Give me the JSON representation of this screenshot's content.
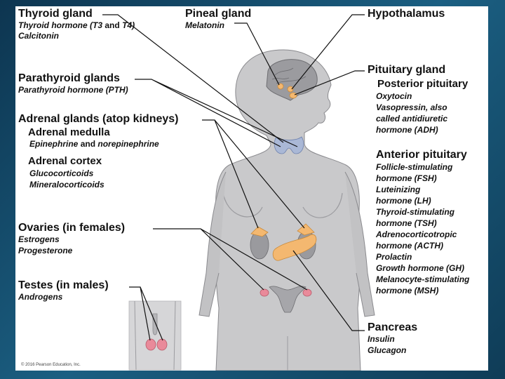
{
  "colors": {
    "background": "#1b5f82",
    "body": "#c9c9cb",
    "gland": "#f4b870",
    "thyroid": "#aab8d6",
    "kidney": "#9a9a9e",
    "ovary": "#e98a9a"
  },
  "labels": {
    "thyroid": {
      "title": "Thyroid gland",
      "hormone_line": "Thyroid hormone",
      "t3": "T3",
      "and": "and",
      "t4": "T4",
      "line2": "Calcitonin"
    },
    "pineal": {
      "title": "Pineal gland",
      "line1": "Melatonin"
    },
    "hypothalamus": {
      "title": "Hypothalamus"
    },
    "parathyroid": {
      "title": "Parathyroid glands",
      "line1": "Parathyroid hormone (PTH)"
    },
    "pituitary": {
      "title": "Pituitary gland"
    },
    "posterior": {
      "title": "Posterior pituitary",
      "lines": [
        "Oxytocin",
        "Vasopressin, also",
        "called antidiuretic",
        "hormone (ADH)"
      ]
    },
    "adrenal": {
      "title": "Adrenal glands (atop kidneys)"
    },
    "medulla": {
      "title": "Adrenal medulla",
      "line1a": "Epinephrine",
      "line1b": "and",
      "line1c": "norepinephrine"
    },
    "cortex": {
      "title": "Adrenal cortex",
      "lines": [
        "Glucocorticoids",
        "Mineralocorticoids"
      ]
    },
    "anterior": {
      "title": "Anterior pituitary",
      "lines": [
        "Follicle-stimulating",
        "hormone (FSH)",
        "Luteinizing",
        "hormone (LH)",
        "Thyroid-stimulating",
        "hormone (TSH)",
        "Adrenocorticotropic",
        "hormone (ACTH)",
        "Prolactin",
        "Growth hormone (GH)",
        "Melanocyte-stimulating",
        "hormone (MSH)"
      ]
    },
    "ovaries": {
      "title": "Ovaries (in females)",
      "lines": [
        "Estrogens",
        "Progesterone"
      ]
    },
    "testes": {
      "title": "Testes (in males)",
      "line1": "Androgens"
    },
    "pancreas": {
      "title": "Pancreas",
      "lines": [
        "Insulin",
        "Glucagon"
      ]
    }
  },
  "copyright": "© 2016 Pearson Education, Inc."
}
